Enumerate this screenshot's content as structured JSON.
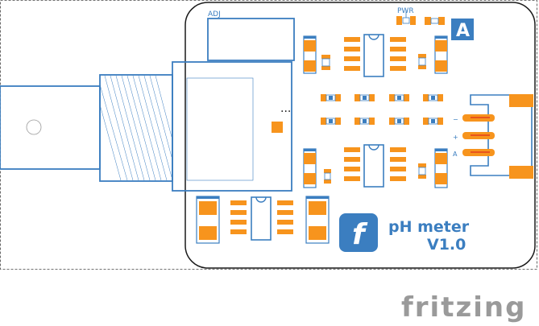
{
  "board": {
    "adj_label": "ADJ",
    "pwr_label": "PWR",
    "variant_label": "A",
    "pin_labels": [
      "−",
      "+",
      "A"
    ],
    "title_line1": "pH meter",
    "title_line2": "V1.0",
    "logo_glyph": "f",
    "connector_dots": "..."
  },
  "footer": {
    "brand": "fritzing"
  },
  "colors": {
    "outline": "#3b7ec0",
    "pad": "#f7941d",
    "board_stroke": "#1a1a1a",
    "logo_bg": "#3b7ec0",
    "brand_text": "#9a9a9a"
  },
  "icons": {
    "logo": "fedora-f-icon",
    "brand": "fritzing-wordmark"
  }
}
